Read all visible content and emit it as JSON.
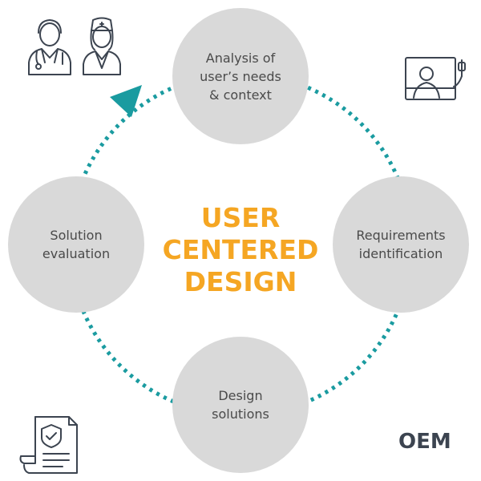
{
  "diagram": {
    "center_title": "USER\nCENTERED\nDESIGN",
    "nodes": [
      {
        "label": "Analysis of\nuser’s needs\n& context"
      },
      {
        "label": "Requirements\nidentification"
      },
      {
        "label": "Design\nsolutions"
      },
      {
        "label": "Solution\nevaluation"
      }
    ],
    "brand": "OEM"
  },
  "colors": {
    "circle_fill": "#d9d9d9",
    "cycle_dots": "#1a9ba0",
    "title": "#f5a623",
    "icon_stroke": "#3c4450"
  },
  "icons": [
    "doctor-icon",
    "nurse-icon",
    "patient-in-bed-icon",
    "certificate-shield-icon"
  ]
}
